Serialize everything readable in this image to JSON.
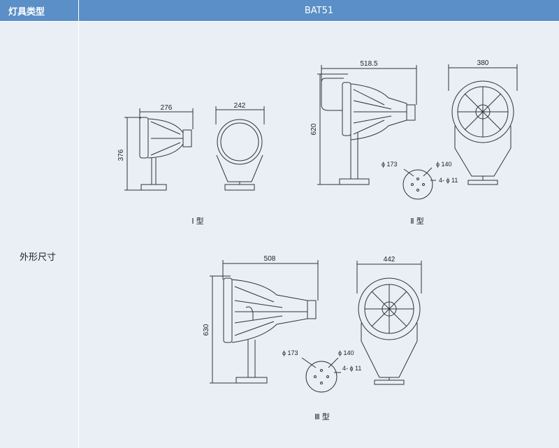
{
  "table": {
    "header_label": "灯具类型",
    "header_value": "BAT51",
    "row_label": "外形尺寸"
  },
  "type1": {
    "caption": "Ⅰ 型",
    "side_width": "276",
    "front_width": "242",
    "height": "376"
  },
  "type2": {
    "caption": "Ⅱ 型",
    "side_width": "518.5",
    "front_width": "380",
    "height": "620",
    "base_outer": "ϕ 173",
    "base_inner": "ϕ 140",
    "base_holes": "4- ϕ 11"
  },
  "type3": {
    "caption": "Ⅲ 型",
    "side_width": "508",
    "front_width": "442",
    "height": "630",
    "base_outer": "ϕ 173",
    "base_inner": "ϕ 140",
    "base_holes": "4- ϕ 11"
  },
  "colors": {
    "header_bg": "#5a8fc7",
    "cell_bg": "#e9eff5",
    "line": "#333333"
  }
}
